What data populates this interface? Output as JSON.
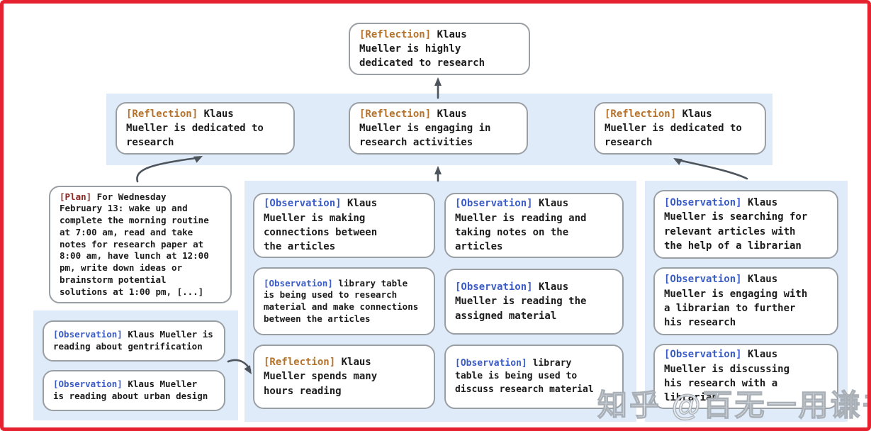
{
  "colors": {
    "frame": "#e62230",
    "band": "#e0ebf9",
    "box_border": "#9a9fa4",
    "arrow": "#4d545b",
    "reflection_tag": "#b5722b",
    "observation_tag": "#3a5cc6",
    "plan_tag": "#8c2721"
  },
  "watermark": {
    "text": "知乎 @百无一用谦书生"
  },
  "nodes": {
    "top": {
      "tag": "[Reflection]",
      "text": " Klaus\nMueller is highly\ndedicated to research"
    },
    "row2": [
      {
        "tag": "[Reflection]",
        "text": " Klaus\nMueller is dedicated to\nresearch"
      },
      {
        "tag": "[Reflection]",
        "text": " Klaus\nMueller is engaging in\nresearch activities"
      },
      {
        "tag": "[Reflection]",
        "text": " Klaus\nMueller is dedicated to\nresearch"
      }
    ],
    "plan": {
      "tag": "[Plan]",
      "text": " For Wednesday\nFebruary 13: wake up and\ncomplete the morning routine\nat 7:00 am, read and take\nnotes for research paper at\n8:00 am, have lunch at 12:00\npm, write down ideas or\nbrainstorm potential\nsolutions at 1:00 pm, [...]"
    },
    "left_observations": [
      {
        "tag": "[Observation]",
        "text": " Klaus Mueller is\nreading about gentrification"
      },
      {
        "tag": "[Observation]",
        "text": " Klaus Mueller\nis reading about urban design"
      }
    ],
    "middle_col1": [
      {
        "tag": "[Observation]",
        "text": " Klaus\nMueller is making\nconnections between\nthe articles"
      },
      {
        "tag": "[Observation]",
        "text": " library table\nis being used to research\nmaterial and make connections\nbetween the articles"
      },
      {
        "tag": "[Reflection]",
        "text": " Klaus\nMueller spends many\nhours reading"
      }
    ],
    "middle_col2": [
      {
        "tag": "[Observation]",
        "text": " Klaus\nMueller is reading and\ntaking notes on the\narticles"
      },
      {
        "tag": "[Observation]",
        "text": " Klaus\nMueller is reading the\nassigned material"
      },
      {
        "tag": "[Observation]",
        "text": " library\ntable is being used to\ndiscuss research material"
      }
    ],
    "right_col": [
      {
        "tag": "[Observation]",
        "text": " Klaus\nMueller is searching for\nrelevant articles with\nthe help of a librarian"
      },
      {
        "tag": "[Observation]",
        "text": " Klaus\nMueller is engaging with\na librarian to further\nhis research"
      },
      {
        "tag": "[Observation]",
        "text": " Klaus\nMueller is discussing\nhis research with a\nlibrarian"
      }
    ]
  }
}
